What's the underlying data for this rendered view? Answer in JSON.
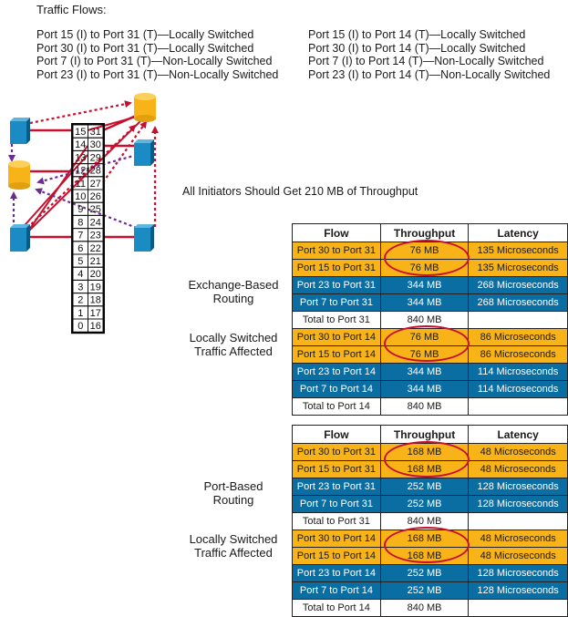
{
  "header": "Traffic Flows:",
  "flows_left": [
    "Port 15 (I) to Port 31 (T)—Locally Switched",
    "Port 30 (I) to Port 31 (T)—Locally Switched",
    "Port 7 (I) to Port 31 (T)—Non-Locally Switched",
    "Port 23 (I) to Port 31 (T)—Non-Locally Switched"
  ],
  "flows_right": [
    "Port 15 (I) to Port 14 (T)—Locally Switched",
    "Port 30 (I) to Port 14 (T)—Locally Switched",
    "Port 7 (I) to Port 14 (T)—Non-Locally Switched",
    "Port 23 (I) to Port 14 (T)—Non-Locally Switched"
  ],
  "statement": "All Initiators Should Get 210 MB of Throughput",
  "switch_ports": [
    [
      "15",
      "31"
    ],
    [
      "14",
      "30"
    ],
    [
      "13",
      "29"
    ],
    [
      "12",
      "28"
    ],
    [
      "11",
      "27"
    ],
    [
      "10",
      "26"
    ],
    [
      "9",
      "25"
    ],
    [
      "8",
      "24"
    ],
    [
      "7",
      "23"
    ],
    [
      "6",
      "22"
    ],
    [
      "5",
      "21"
    ],
    [
      "4",
      "20"
    ],
    [
      "3",
      "19"
    ],
    [
      "2",
      "18"
    ],
    [
      "1",
      "17"
    ],
    [
      "0",
      "16"
    ]
  ],
  "colors": {
    "orange": "#f7b318",
    "blue": "#0b6ea3",
    "red": "#c8102e",
    "purple": "#6a2c91",
    "storage": "#f7b318",
    "server": "#1b8bc4"
  },
  "table_headers": [
    "Flow",
    "Throughput",
    "Latency"
  ],
  "exchange": {
    "label": [
      "Exchange-Based",
      "Routing"
    ],
    "affected_label": [
      "Locally Switched",
      "Traffic Affected"
    ],
    "rows": [
      {
        "flow": "Port 30 to Port 31",
        "throughput": "76 MB",
        "latency": "135 Microseconds",
        "style": "orange"
      },
      {
        "flow": "Port 15 to Port 31",
        "throughput": "76 MB",
        "latency": "135 Microseconds",
        "style": "orange"
      },
      {
        "flow": "Port 23 to Port 31",
        "throughput": "344 MB",
        "latency": "268 Microseconds",
        "style": "blue"
      },
      {
        "flow": "Port 7 to Port 31",
        "throughput": "344 MB",
        "latency": "268 Microseconds",
        "style": "blue"
      },
      {
        "flow": "Total to Port 31",
        "throughput": "840 MB",
        "latency": "",
        "style": "white"
      },
      {
        "flow": "Port 30 to Port 14",
        "throughput": "76 MB",
        "latency": "86 Microseconds",
        "style": "orange"
      },
      {
        "flow": "Port 15 to Port 14",
        "throughput": "76 MB",
        "latency": "86 Microseconds",
        "style": "orange"
      },
      {
        "flow": "Port 23 to Port 14",
        "throughput": "344 MB",
        "latency": "114 Microseconds",
        "style": "blue"
      },
      {
        "flow": "Port 7 to Port 14",
        "throughput": "344 MB",
        "latency": "114 Microseconds",
        "style": "blue"
      },
      {
        "flow": "Total to Port 14",
        "throughput": "840 MB",
        "latency": "",
        "style": "white"
      }
    ]
  },
  "port": {
    "label": [
      "Port-Based",
      "Routing"
    ],
    "affected_label": [
      "Locally Switched",
      "Traffic Affected"
    ],
    "rows": [
      {
        "flow": "Port 30 to Port 31",
        "throughput": "168 MB",
        "latency": "48 Microseconds",
        "style": "orange"
      },
      {
        "flow": "Port 15 to Port 31",
        "throughput": "168 MB",
        "latency": "48 Microseconds",
        "style": "orange"
      },
      {
        "flow": "Port 23 to Port 31",
        "throughput": "252 MB",
        "latency": "128 Microseconds",
        "style": "blue"
      },
      {
        "flow": "Port 7 to Port 31",
        "throughput": "252 MB",
        "latency": "128 Microseconds",
        "style": "blue"
      },
      {
        "flow": "Total to Port 31",
        "throughput": "840 MB",
        "latency": "",
        "style": "white"
      },
      {
        "flow": "Port 30 to Port 14",
        "throughput": "168 MB",
        "latency": "48 Microseconds",
        "style": "orange"
      },
      {
        "flow": "Port 15 to Port 14",
        "throughput": "168 MB",
        "latency": "48 Microseconds",
        "style": "orange"
      },
      {
        "flow": "Port 23 to Port 14",
        "throughput": "252 MB",
        "latency": "128 Microseconds",
        "style": "blue"
      },
      {
        "flow": "Port 7 to Port 14",
        "throughput": "252 MB",
        "latency": "128 Microseconds",
        "style": "blue"
      },
      {
        "flow": "Total to Port 14",
        "throughput": "840 MB",
        "latency": "",
        "style": "white"
      }
    ]
  }
}
